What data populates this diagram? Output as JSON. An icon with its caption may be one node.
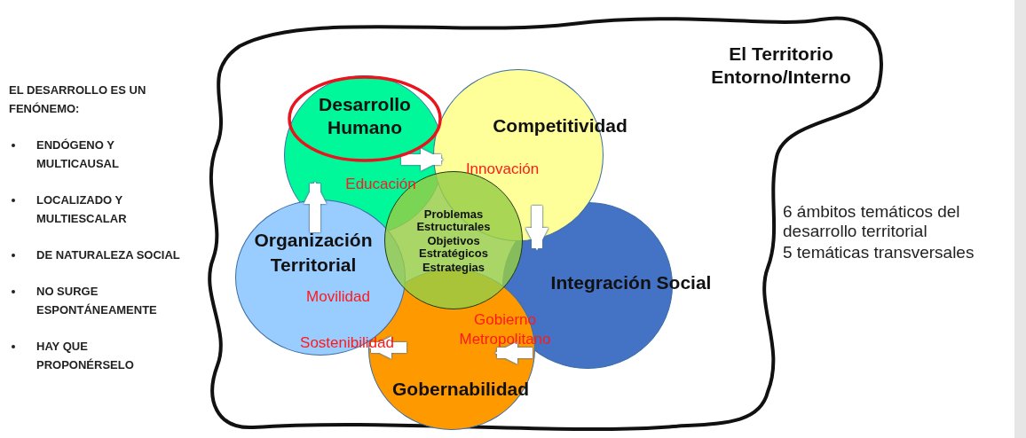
{
  "diagram": {
    "nodes": [
      {
        "text": [
          "El Territorio Entorno/Interno"
        ]
      },
      {
        "text": [
          "Desarrollo Humano",
          "Educación"
        ],
        "in": 0
      },
      {
        "text": [
          "Competitividad",
          "Innovación"
        ],
        "in": 0
      },
      {
        "text": [
          "Problemas Estructurales",
          "Objetivos Estratégicos",
          "Estrategias"
        ],
        "in": 0
      },
      {
        "text": [
          "Organización Territorial",
          "Movilidad",
          "Sostenibilidad"
        ],
        "in": 0
      },
      {
        "text": [
          "Integración Social"
        ],
        "in": 0
      },
      {
        "text": [
          "Gobierno Metropolitano",
          "Gobernabilidad"
        ],
        "in": 0
      }
    ],
    "edges": [
      {
        "from": 4,
        "to": 1,
        "arrow": "to"
      },
      {
        "from": 1,
        "to": 2,
        "arrow": "to"
      },
      {
        "from": 2,
        "to": 5,
        "arrow": "to"
      },
      {
        "from": 5,
        "to": 6,
        "arrow": "to"
      },
      {
        "from": 6,
        "to": 4,
        "arrow": "to"
      }
    ],
    "labels": [
      "EL DESARROLLO ES UN FENÓNEMO:",
      "ENDÓGENO Y MULTICAUSAL",
      "LOCALIZADO Y MULTIESCALAR",
      "DE NATURALEZA SOCIAL",
      "NO SURGE ESPONTÁNEAMENTE",
      "HAY QUE PROPONÉRSELO",
      "6 ámbitos temáticos del desarrollo territorial",
      "5 temáticas transversales"
    ]
  }
}
